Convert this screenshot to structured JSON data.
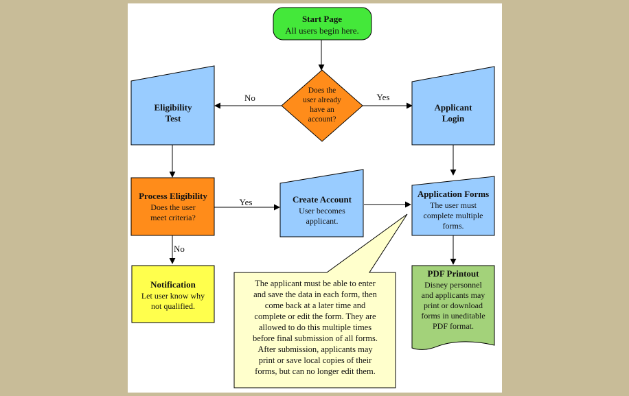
{
  "nodes": {
    "start": {
      "title": "Start Page",
      "lines": [
        "All users begin here."
      ],
      "color": "#44e83a"
    },
    "decision": {
      "lines": [
        "Does the",
        "user already",
        "have an",
        "account?"
      ],
      "color": "#ff8c1a"
    },
    "eligibility": {
      "title_lines": [
        "Eligibility",
        "Test"
      ],
      "color": "#99ccff"
    },
    "login": {
      "title_lines": [
        "Applicant",
        "Login"
      ],
      "color": "#99ccff"
    },
    "process": {
      "title": "Process Eligibility",
      "lines": [
        "Does the user",
        "meet criteria?"
      ],
      "color": "#ff8c1a"
    },
    "create": {
      "title": "Create Account",
      "lines": [
        "User becomes",
        "applicant."
      ],
      "color": "#99ccff"
    },
    "forms": {
      "title": "Application Forms",
      "lines": [
        "The user must",
        "complete multiple",
        "forms."
      ],
      "color": "#99ccff"
    },
    "notification": {
      "title": "Notification",
      "lines": [
        "Let user know why",
        "not qualified."
      ],
      "color": "#ffff4d"
    },
    "printout": {
      "title": "PDF Printout",
      "lines": [
        "Disney personnel",
        "and applicants may",
        "print or download",
        "forms in uneditable",
        "PDF format."
      ],
      "color": "#a3d27a"
    }
  },
  "edge_labels": {
    "decision_no": "No",
    "decision_yes": "Yes",
    "process_yes": "Yes",
    "process_no": "No"
  },
  "callout": {
    "lines": [
      "The applicant must be able to enter",
      "and save the data in each form, then",
      "come back at a later time and",
      "complete or edit the form.  They are",
      "allowed to do this multiple times",
      "before final submission of all forms.",
      "After submission, applicants may",
      "print or save local copies of their",
      "forms, but can no longer edit them."
    ],
    "color": "#ffffcc"
  }
}
